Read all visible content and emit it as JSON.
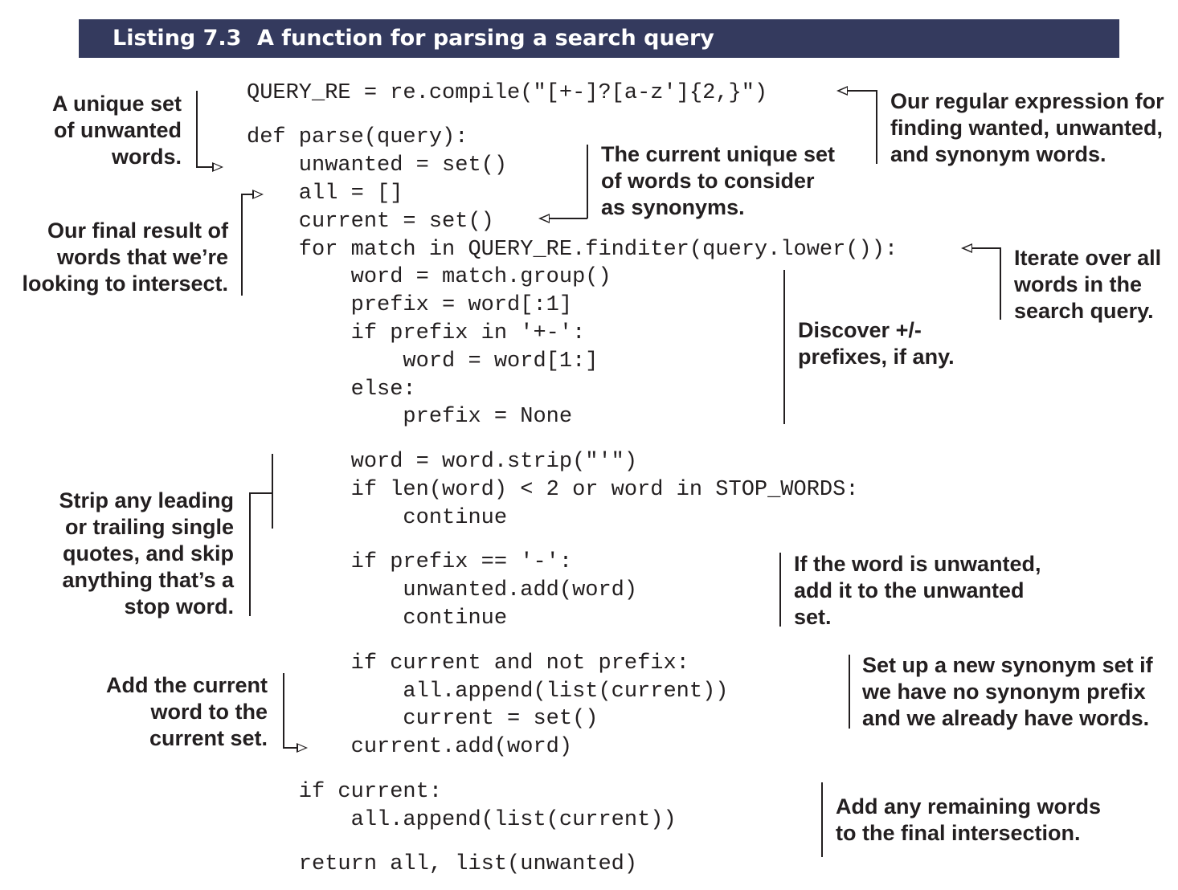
{
  "listing": {
    "number": "Listing 7.3",
    "title": "A function for parsing a search query"
  },
  "code_lines": [
    "QUERY_RE = re.compile(\"[+-]?[a-z']{2,}\")",
    "def parse(query):",
    "    unwanted = set()",
    "    all = []",
    "    current = set()",
    "    for match in QUERY_RE.finditer(query.lower()):",
    "        word = match.group()",
    "        prefix = word[:1]",
    "        if prefix in '+-':",
    "            word = word[1:]",
    "        else:",
    "            prefix = None",
    "        word = word.strip(\"'\")",
    "        if len(word) < 2 or word in STOP_WORDS:",
    "            continue",
    "        if prefix == '-':",
    "            unwanted.add(word)",
    "            continue",
    "        if current and not prefix:",
    "            all.append(list(current))",
    "            current = set()",
    "        current.add(word)",
    "    if current:",
    "        all.append(list(current))",
    "    return all, list(unwanted)"
  ],
  "annotations": {
    "unwanted_set": [
      "A unique set",
      "of unwanted",
      "words."
    ],
    "regex": [
      "Our regular expression for",
      "finding wanted, unwanted,",
      "and synonym words."
    ],
    "current_set": [
      "The current unique set",
      "of words to consider",
      "as synonyms."
    ],
    "final_result": [
      "Our final result of",
      "words that we’re",
      "looking to intersect."
    ],
    "iterate": [
      "Iterate over all",
      "words in the",
      "search query."
    ],
    "prefixes": [
      "Discover +/-",
      "prefixes, if any."
    ],
    "strip": [
      "Strip any leading",
      "or trailing single",
      "quotes, and skip",
      "anything that’s a",
      "stop word."
    ],
    "unwanted_word": [
      "If the word is unwanted,",
      "add it to the unwanted",
      "set."
    ],
    "add_current": [
      "Add the current",
      "word to the",
      "current set."
    ],
    "new_synonym": [
      "Set up a new synonym set if",
      "we have no synonym prefix",
      "and we already have words."
    ],
    "remaining": [
      "Add any remaining words",
      "to the final intersection."
    ]
  }
}
